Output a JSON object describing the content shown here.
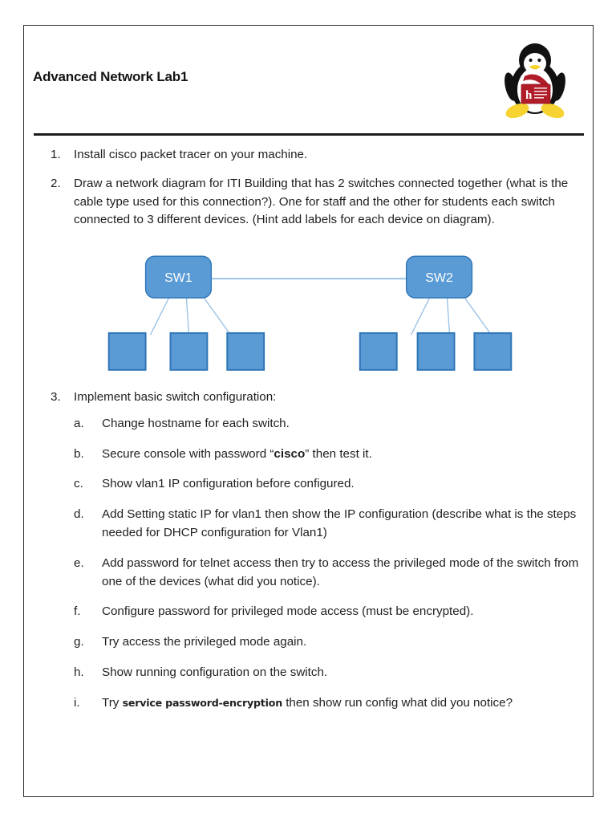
{
  "document": {
    "title": "Advanced Network Lab1",
    "logo_icon": "tux-linux-penguin-with-iti-book-logo"
  },
  "tasks": [
    {
      "marker": "1.",
      "text": "Install cisco packet tracer on your machine."
    },
    {
      "marker": "2.",
      "text": "Draw a network diagram for ITI Building that has 2 switches connected together (what is the cable type used for this connection?). One for staff and the other for students each switch connected to 3 different devices. (Hint add labels for each device on diagram)."
    },
    {
      "marker": "3.",
      "text": "Implement basic switch configuration:",
      "subtasks": [
        {
          "marker": "a.",
          "prefix": "Change hostname for each switch.",
          "emphasis": "",
          "emphasis_style": "",
          "suffix": ""
        },
        {
          "marker": "b.",
          "prefix": "Secure console with password “",
          "emphasis": "cisco",
          "emphasis_style": "bold",
          "suffix": "” then test it."
        },
        {
          "marker": "c.",
          "prefix": "Show vlan1 IP configuration before configured.",
          "emphasis": "",
          "emphasis_style": "",
          "suffix": ""
        },
        {
          "marker": "d.",
          "prefix": "Add Setting static IP for vlan1 then show the IP configuration (describe what is the steps needed for DHCP configuration for Vlan1)",
          "emphasis": "",
          "emphasis_style": "",
          "suffix": ""
        },
        {
          "marker": "e.",
          "prefix": "Add password for telnet access then try to access the privileged mode of the switch from one of the devices (what did you notice).",
          "emphasis": "",
          "emphasis_style": "",
          "suffix": ""
        },
        {
          "marker": "f.",
          "prefix": "Configure password for privileged mode access (must be encrypted).",
          "emphasis": "",
          "emphasis_style": "",
          "suffix": ""
        },
        {
          "marker": "g.",
          "prefix": "Try access the privileged mode again.",
          "emphasis": "",
          "emphasis_style": "",
          "suffix": ""
        },
        {
          "marker": "h.",
          "prefix": "Show running configuration on the switch.",
          "emphasis": "",
          "emphasis_style": "",
          "suffix": ""
        },
        {
          "marker": "i.",
          "prefix": "Try ",
          "emphasis": "service password-encryption",
          "emphasis_style": "cmd",
          "suffix": " then show run config what did you notice?"
        }
      ]
    }
  ],
  "diagram": {
    "switches": [
      {
        "id": "sw1",
        "label": "SW1"
      },
      {
        "id": "sw2",
        "label": "SW2"
      }
    ],
    "devices_per_switch": 3,
    "trunk_link": "sw1-sw2",
    "colors": {
      "node_fill": "#5B9BD5",
      "node_stroke": "#2E75B6",
      "link_stroke": "#9DC3E6",
      "label_text": "#FFFFFF"
    }
  },
  "colors": {
    "page_border": "#2B2B2B",
    "rule": "#1C1C1C",
    "text": "#1F1F1F",
    "title": "#141414",
    "logo_red": "#B01C28",
    "logo_yellow": "#F6D330",
    "logo_black": "#111111"
  }
}
